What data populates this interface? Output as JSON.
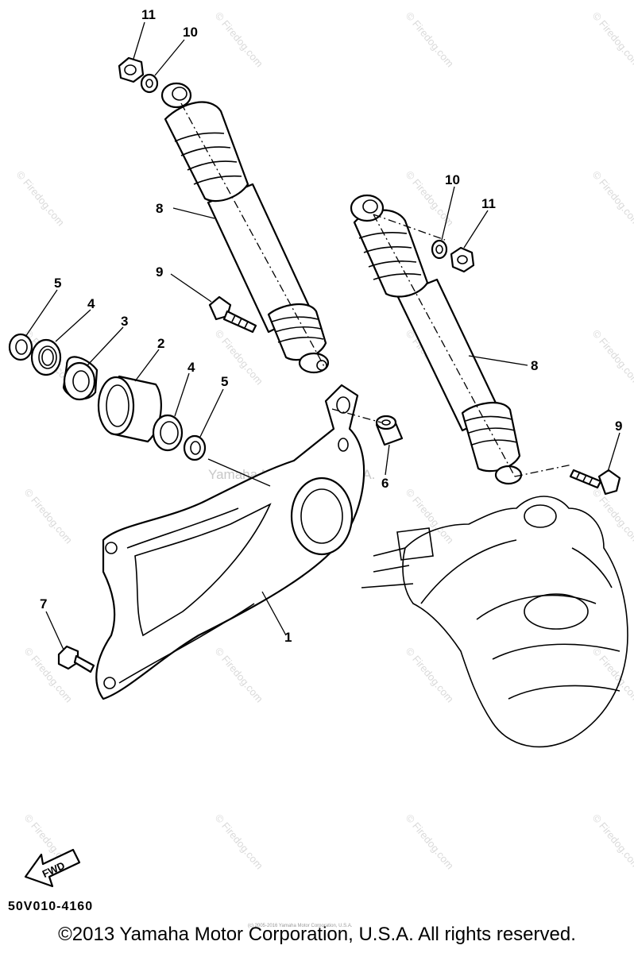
{
  "callouts": {
    "c11a": "11",
    "c10a": "10",
    "c8a": "8",
    "c9a": "9",
    "c5a": "5",
    "c4a": "4",
    "c3": "3",
    "c2": "2",
    "c4b": "4",
    "c5b": "5",
    "c6": "6",
    "c7": "7",
    "c1": "1",
    "c10b": "10",
    "c11b": "11",
    "c8b": "8",
    "c9b": "9"
  },
  "watermark": {
    "site": "© Firedog.com",
    "center": "Yamaha Motor Corp, U.S.A."
  },
  "fwd_label": "FWD",
  "diagram_code": "50V010-4160",
  "copyright": "©2013 Yamaha Motor Corporation, U.S.A. All rights reserved.",
  "small_copyright": "(c) 2005-2016 Yamaha Motor Corporation, U.S.A."
}
